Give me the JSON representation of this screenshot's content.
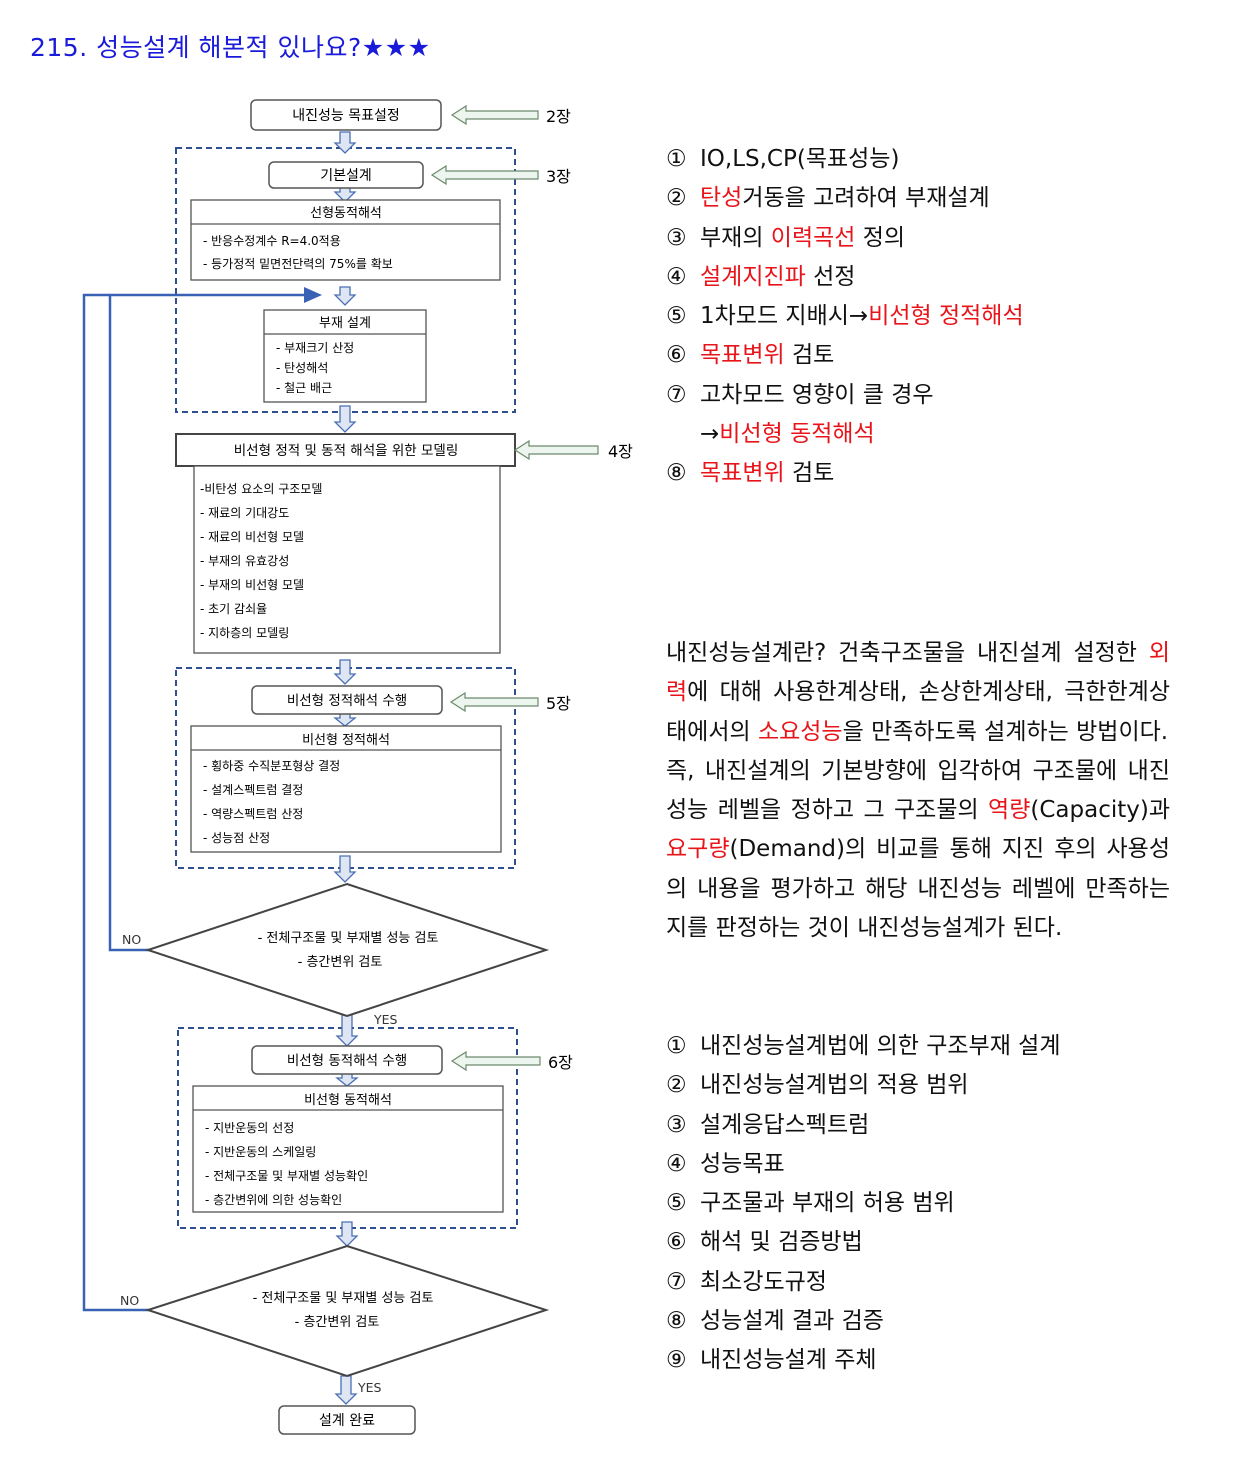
{
  "title": {
    "text": "215. 성능설계 해본적 있나요?",
    "stars": "★★★"
  },
  "flowchart": {
    "target": "내진성능 목표설정",
    "basic_design": "기본설계",
    "linear_title": "선형동적해석",
    "linear_items": [
      "- 반응수정계수 R=4.0적용",
      "- 등가정적 밑면전단력의 75%를 확보"
    ],
    "member_title": "부재 설계",
    "member_items": [
      "- 부재크기 산정",
      "- 탄성해석",
      "- 철근 배근"
    ],
    "modeling": "비선형 정적 및 동적 해석을 위한 모델링",
    "modeling_items": [
      "-비탄성 요소의 구조모델",
      "- 재료의 기대강도",
      "- 재료의 비선형 모델",
      "- 부재의 유효강성",
      "- 부재의 비선형 모델",
      "- 초기 감쇠율",
      "- 지하층의 모델링"
    ],
    "static_run": "비선형 정적해석 수행",
    "static_title": "비선형 정적해석",
    "static_items": [
      "- 횡하중 수직분포형상 결정",
      "- 설계스펙트럼 결정",
      "- 역량스펙트럼 산정",
      "- 성능점 산정"
    ],
    "check1": [
      "- 전체구조물 및 부재별 성능 검토",
      "-   층간변위 검토"
    ],
    "dynamic_run": "비선형 동적해석 수행",
    "dynamic_title": "비선형 동적해석",
    "dynamic_items": [
      "- 지반운동의 선정",
      "- 지반운동의 스케일링",
      "- 전체구조물 및 부재별 성능확인",
      "- 층간변위에 의한 성능확인"
    ],
    "check2": [
      "- 전체구조물 및 부재별 성능 검토",
      "-   층간변위 검토"
    ],
    "done": "설계 완료",
    "chapters": [
      "2장",
      "3장",
      "4장",
      "5장",
      "6장"
    ],
    "yes": "YES",
    "no": "NO"
  },
  "steps": [
    {
      "num": "①",
      "parts": [
        {
          "t": "IO,LS,CP(목표성능)",
          "red": false
        }
      ]
    },
    {
      "num": "②",
      "parts": [
        {
          "t": "탄성",
          "red": true
        },
        {
          "t": "거동을 고려하여 부재설계",
          "red": false
        }
      ]
    },
    {
      "num": "③",
      "parts": [
        {
          "t": "부재의 ",
          "red": false
        },
        {
          "t": "이력곡선",
          "red": true
        },
        {
          "t": " 정의",
          "red": false
        }
      ]
    },
    {
      "num": "④",
      "parts": [
        {
          "t": "설계지진파",
          "red": true
        },
        {
          "t": " 선정",
          "red": false
        }
      ]
    },
    {
      "num": "⑤",
      "parts": [
        {
          "t": "1차모드 지배시→",
          "red": false
        },
        {
          "t": "비선형 정적해석",
          "red": true
        }
      ]
    },
    {
      "num": "⑥",
      "parts": [
        {
          "t": "목표변위",
          "red": true
        },
        {
          "t": " 검토",
          "red": false
        }
      ]
    },
    {
      "num": "⑦",
      "parts": [
        {
          "t": "고차모드 영향이 클 경우",
          "red": false
        }
      ]
    },
    {
      "num": "",
      "parts": [
        {
          "t": "→",
          "red": false
        },
        {
          "t": "비선형 동적해석",
          "red": true
        }
      ]
    },
    {
      "num": "⑧",
      "parts": [
        {
          "t": "목표변위",
          "red": true
        },
        {
          "t": " 검토",
          "red": false
        }
      ]
    }
  ],
  "definition": {
    "p1": [
      {
        "t": "내진성능설계란? 건축구조물을 내진설계 설정한 ",
        "red": false
      },
      {
        "t": "외력",
        "red": true
      },
      {
        "t": "에 대해 사용한계상태, 손상한계상태, 극한한계상태에서의 ",
        "red": false
      },
      {
        "t": "소요성능",
        "red": true
      },
      {
        "t": "을 만족하도록 설계하는 방법이다.",
        "red": false
      }
    ],
    "p2": [
      {
        "t": "즉, 내진설계의 기본방향에 입각하여 구조물에 내진성능 레벨을 정하고 그 구조물의 ",
        "red": false
      },
      {
        "t": "역량",
        "red": true
      },
      {
        "t": "(Capacity)과 ",
        "red": false
      },
      {
        "t": "요구량",
        "red": true
      },
      {
        "t": "(Demand)의 비교를 통해 지진 후의 사용성의 내용을 평가하고 해당 내진성능 레벨에 만족하는지를 판정하는 것이 내진성능설계가 된다.",
        "red": false
      }
    ]
  },
  "list2": [
    {
      "num": "①",
      "text": "내진성능설계법에 의한 구조부재 설계"
    },
    {
      "num": "②",
      "text": "내진성능설계법의 적용 범위"
    },
    {
      "num": "③",
      "text": "설계응답스펙트럼"
    },
    {
      "num": "④",
      "text": "성능목표"
    },
    {
      "num": "⑤",
      "text": "구조물과 부재의 허용 범위"
    },
    {
      "num": "⑥",
      "text": "해석 및 검증방법"
    },
    {
      "num": "⑦",
      "text": "최소강도규정"
    },
    {
      "num": "⑧",
      "text": "성능설계 결과 검증"
    },
    {
      "num": "⑨",
      "text": "내진성능설계 주체"
    }
  ]
}
